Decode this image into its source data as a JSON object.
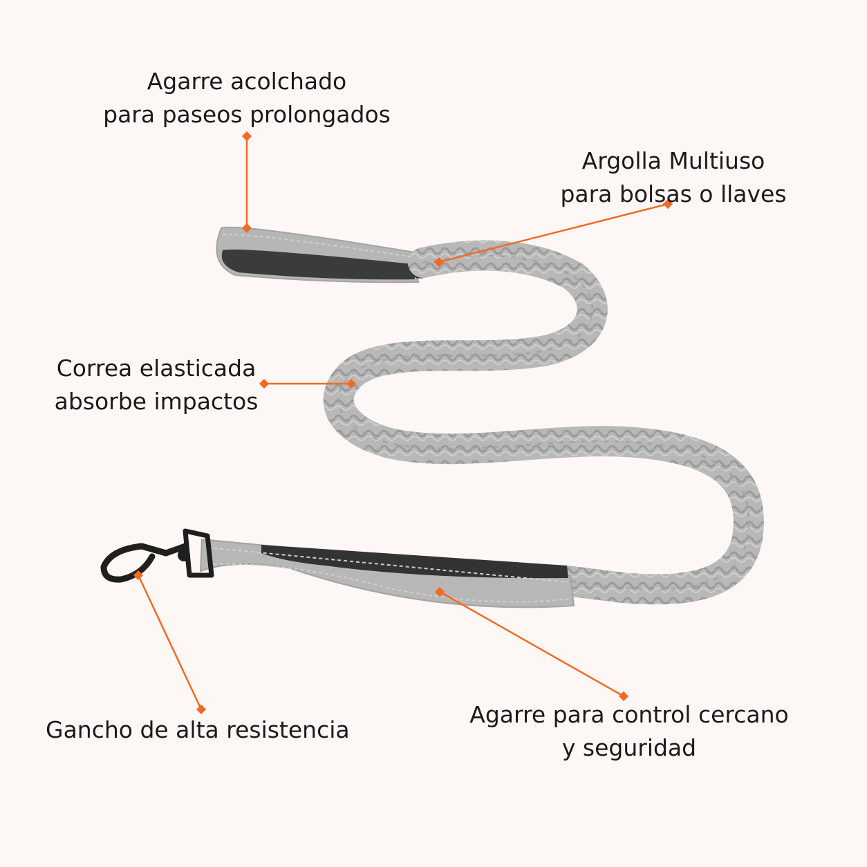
{
  "callouts": {
    "padded_handle": {
      "line1": "Agarre acolchado",
      "line2": "para paseos prolongados"
    },
    "multi_ring": {
      "line1": "Argolla Multiuso",
      "line2": "para bolsas o llaves"
    },
    "elastic_strap": {
      "line1": "Correa elasticada",
      "line2": "absorbe impactos"
    },
    "hook": {
      "line1": "Gancho de alta resistencia"
    },
    "control_handle": {
      "line1": "Agarre para control cercano",
      "line2": "y seguridad"
    }
  },
  "colors": {
    "background": "#fdf8f6",
    "accent": "#f26a21",
    "leash": "#b5b5b5",
    "padding": "#3a3a3a",
    "hardware": "#222222"
  }
}
